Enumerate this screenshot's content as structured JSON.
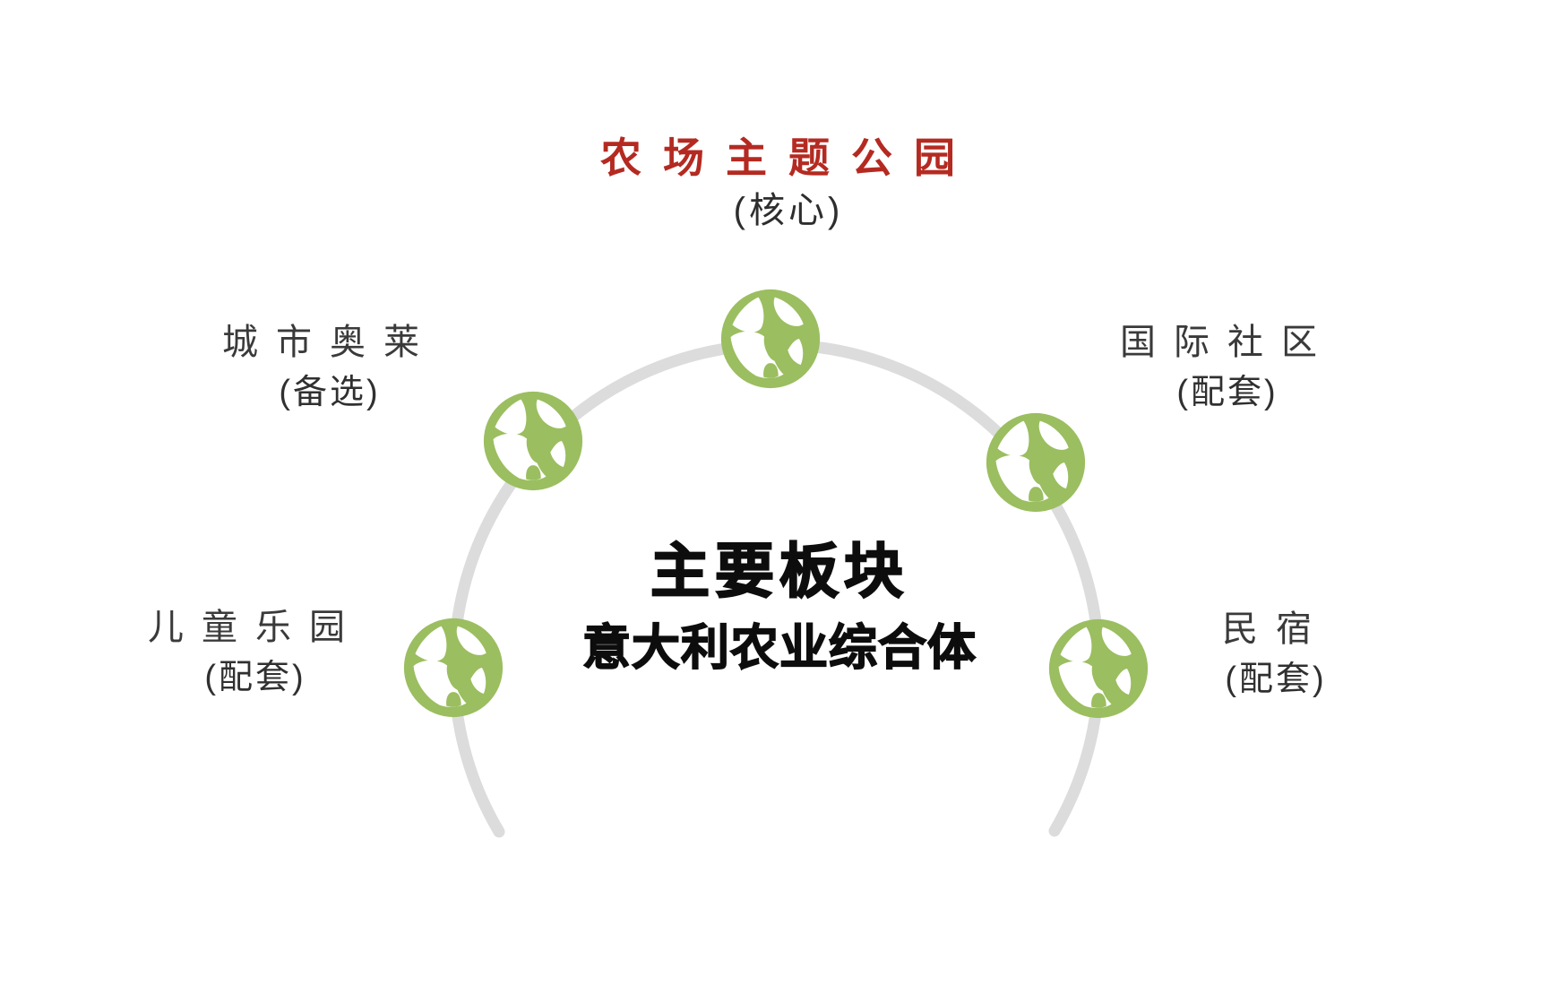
{
  "header": {
    "title": "农场主题公园",
    "tag": "(核心)"
  },
  "center": {
    "line1": "主要板块",
    "line2": "意大利农业综合体"
  },
  "nodes": [
    {
      "id": "city-outlets",
      "label": "城市奥莱",
      "tag": "(备选)"
    },
    {
      "id": "international-community",
      "label": "国际社区",
      "tag": "(配套)"
    },
    {
      "id": "children-playground",
      "label": "儿童乐园",
      "tag": "(配套)"
    },
    {
      "id": "homestay",
      "label": "民宿",
      "tag": "(配套)"
    }
  ],
  "icons": {
    "node": "globe-leaf-icon",
    "count": 5
  },
  "colors": {
    "accent_red": "#b42a21",
    "node_green": "#9bbe60",
    "arc_gray": "#dcdcdc",
    "label_gray": "#3a3a3a",
    "text_black": "#0d0d0d"
  }
}
